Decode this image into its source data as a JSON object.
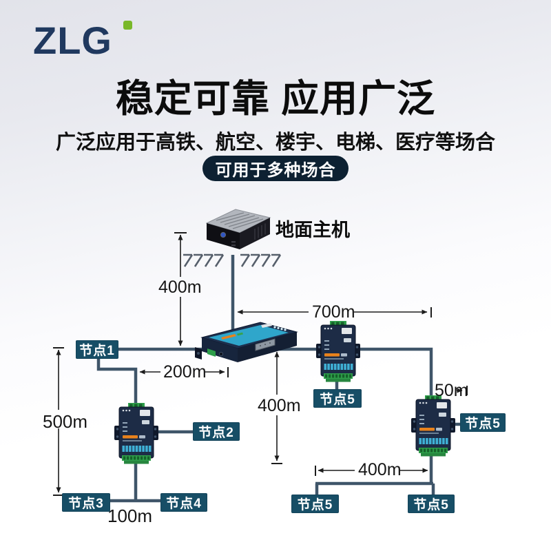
{
  "brand": {
    "logo_text": "ZLG"
  },
  "header": {
    "title": "稳定可靠 应用广泛",
    "subtitle": "广泛应用于高铁、航空、楼宇、电梯、医疗等场合",
    "badge": "可用于多种场合"
  },
  "diagram": {
    "host_label": "地面主机",
    "nodes": {
      "n1": "节点1",
      "n2": "节点2",
      "n3": "节点3",
      "n4": "节点4",
      "n5_top": "节点5",
      "n5_right": "节点5",
      "n5_bottom_left": "节点5",
      "n5_bottom_right": "节点5"
    },
    "distances": {
      "surface_drop": "400m",
      "top_span": "700m",
      "branch_offset": "200m",
      "left_depth": "500m",
      "mid_depth": "400m",
      "right_offset": "50m",
      "bottom_left_span": "100m",
      "bottom_right_span": "400m"
    },
    "devices": {
      "host": "ground-host-computer",
      "main_bridge": "can-bridge-main",
      "left_bridge": "can-bridge-left",
      "top_right_bridge": "can-bridge-top-right",
      "right_bridge": "can-bridge-right"
    }
  },
  "colors": {
    "node_teal": "#174e66",
    "bus_line": "#3f5569",
    "badge_bg": "#0d2132",
    "logo_navy": "#20395f",
    "logo_green": "#79b829",
    "device_navy": "#1d2c46",
    "device_cyan": "#3fb0d5",
    "device_green": "#2e9e4a",
    "device_orange": "#e8821c"
  }
}
